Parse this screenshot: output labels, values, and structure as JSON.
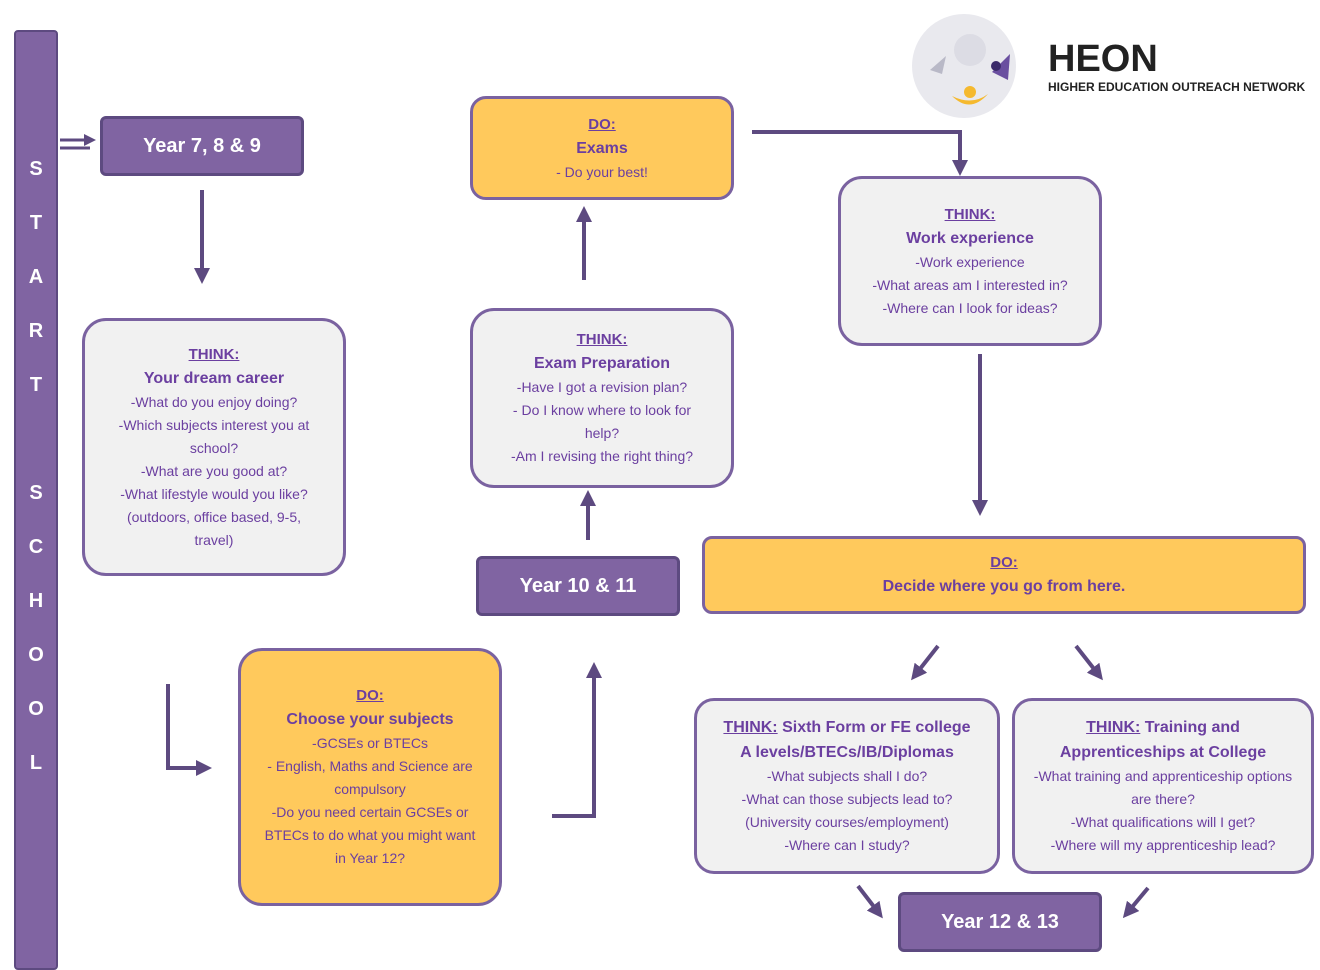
{
  "logo": {
    "name": "HEON",
    "subtitle": "HIGHER EDUCATION OUTREACH NETWORK"
  },
  "start_bar": {
    "letters": [
      "S",
      "T",
      "A",
      "R",
      "T",
      "S",
      "C",
      "H",
      "O",
      "O",
      "L"
    ]
  },
  "years": {
    "y7_9": "Year 7, 8 & 9",
    "y10_11": "Year 10 & 11",
    "y12_13": "Year 12 & 13"
  },
  "dream_career": {
    "label": "THINK:",
    "title": "Your dream career",
    "lines": [
      "-What do you enjoy doing?",
      "-Which subjects interest you at school?",
      "-What are you good at?",
      "-What lifestyle would you like? (outdoors, office based, 9-5, travel)"
    ]
  },
  "choose_subjects": {
    "label": "DO:",
    "title": "Choose your subjects",
    "lines": [
      "-GCSEs or BTECs",
      "- English, Maths and Science are compulsory",
      "-Do you need certain GCSEs or BTECs to do what you might want in Year 12?"
    ]
  },
  "exam_prep": {
    "label": "THINK:",
    "title": "Exam Preparation",
    "lines": [
      "-Have I got a revision plan?",
      "- Do I know where to look for help?",
      "-Am I revising the right thing?"
    ]
  },
  "exams": {
    "label": "DO:",
    "title": "Exams",
    "lines": [
      "- Do your best!"
    ]
  },
  "work_experience": {
    "label": "THINK:",
    "title": "Work experience",
    "lines": [
      "-Work experience",
      "-What areas am I interested in?",
      "-Where can I look for ideas?"
    ]
  },
  "decide": {
    "label": "DO:",
    "title": "Decide where you go from here."
  },
  "sixth_form": {
    "label": "THINK:",
    "title_rest": " Sixth Form or FE college",
    "title2": "A levels/BTECs/IB/Diplomas",
    "lines": [
      "-What subjects shall I do?",
      "-What can those subjects lead to?",
      "(University courses/employment)",
      "-Where can I study?"
    ]
  },
  "apprenticeships": {
    "label": "THINK:",
    "title_rest": " Training and",
    "title2": "Apprenticeships at College",
    "lines": [
      "-What training and apprenticeship options are there?",
      "-What qualifications will I get?",
      "-Where will my apprenticeship lead?"
    ]
  },
  "colors": {
    "purple": "#8064a2",
    "orange": "#ffc95c",
    "grey": "#f1f1f1",
    "text": "#6b3fa0"
  }
}
